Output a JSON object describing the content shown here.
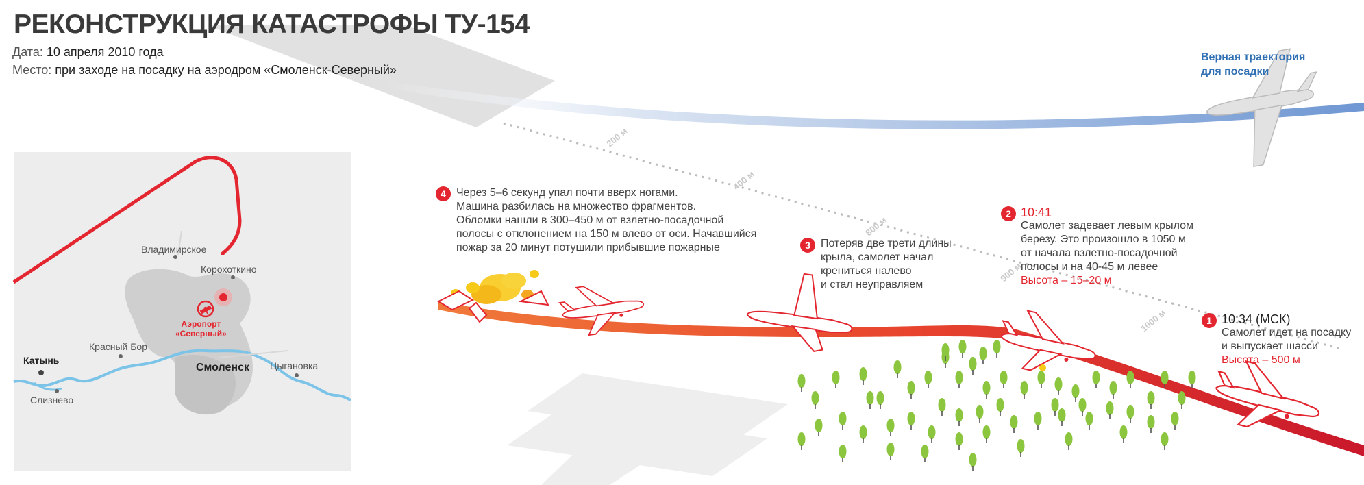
{
  "title": "РЕКОНСТРУКЦИЯ КАТАСТРОФЫ ТУ-154",
  "meta": {
    "date_label": "Дата:",
    "date_value": "10 апреля 2010 года",
    "place_label": "Место:",
    "place_value": "при заходе на посадку на аэродром «Смоленск-Северный»"
  },
  "correct_trajectory": {
    "line1": "Верная траектория",
    "line2": "для посадки"
  },
  "distance_marks": [
    "200 м",
    "400 м",
    "800 м",
    "900 м",
    "1000 м"
  ],
  "events": [
    {
      "number": "1",
      "time": "10:34 (МСК)",
      "lines": [
        "Самолет идет на посадку",
        "и выпускает шасси"
      ],
      "altitude": "Высота – 500 м"
    },
    {
      "number": "2",
      "time": "10:41",
      "lines": [
        "Самолет задевает левым крылом",
        "березу. Это произошло в 1050 м",
        "от начала взлетно-посадочной",
        "полосы и на 40-45 м левее"
      ],
      "altitude": "Высота – 15–20 м"
    },
    {
      "number": "3",
      "lines": [
        "Потеряв две трети длины",
        "крыла, самолет начал",
        "крениться налево",
        "и стал неуправляем"
      ]
    },
    {
      "number": "4",
      "lines": [
        "Через 5–6 секунд упал почти вверх ногами.",
        "Машина разбилась на множество фрагментов.",
        "Обломки нашли в 300–450 м от взлетно-посадочной",
        "полосы с отклонением на 150 м влево от оси. Начавшийся",
        "пожар за 20 минут потушили прибывшие пожарные"
      ]
    }
  ],
  "map": {
    "airport_line1": "Аэропорт",
    "airport_line2": "«Северный»",
    "places": {
      "vladimirskoe": "Владимирское",
      "korokhotkino": "Корохоткино",
      "krasny_bor": "Красный Бор",
      "smolensk": "Смоленск",
      "tsyganovka": "Цыгановка",
      "katyn": "Катынь",
      "sliznevo": "Слизнево"
    }
  },
  "colors": {
    "accent": "#e3262f",
    "trajectory_blue": "#6f97d3",
    "river": "#7cc3e8",
    "tree": "#8cc63f",
    "map_bg": "#ededed",
    "city": "#cfcfcf"
  }
}
